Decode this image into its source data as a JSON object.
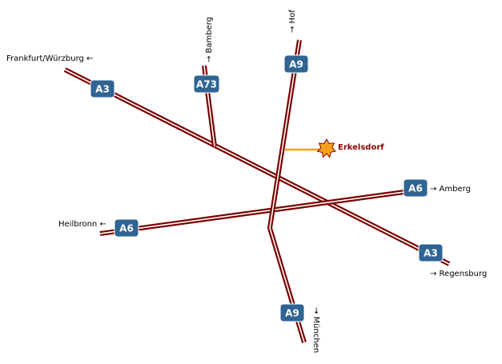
{
  "map": {
    "roads": [
      {
        "id": "A3",
        "shield": "A3"
      },
      {
        "id": "A6",
        "shield": "A6"
      },
      {
        "id": "A9",
        "shield": "A9"
      },
      {
        "id": "A73",
        "shield": "A73"
      }
    ],
    "destinations": {
      "a3_west": "Frankfurt/Würzburg ←",
      "a3_east": "→ Regensburg",
      "a73_north": "→ Bamberg",
      "a9_north": "→ Hof",
      "a9_south": "→ München",
      "a6_west": "Heilbronn ←",
      "a6_east": "→ Amberg"
    },
    "town": {
      "name": "Erkelsdorf",
      "marker_icon": "star-marker-icon",
      "marker_color": "#f7a21b"
    },
    "colors": {
      "motorway": "#7a0000",
      "shield": "#2f6493",
      "access_road": "#f4a21a",
      "town_label": "#8a0000"
    }
  }
}
